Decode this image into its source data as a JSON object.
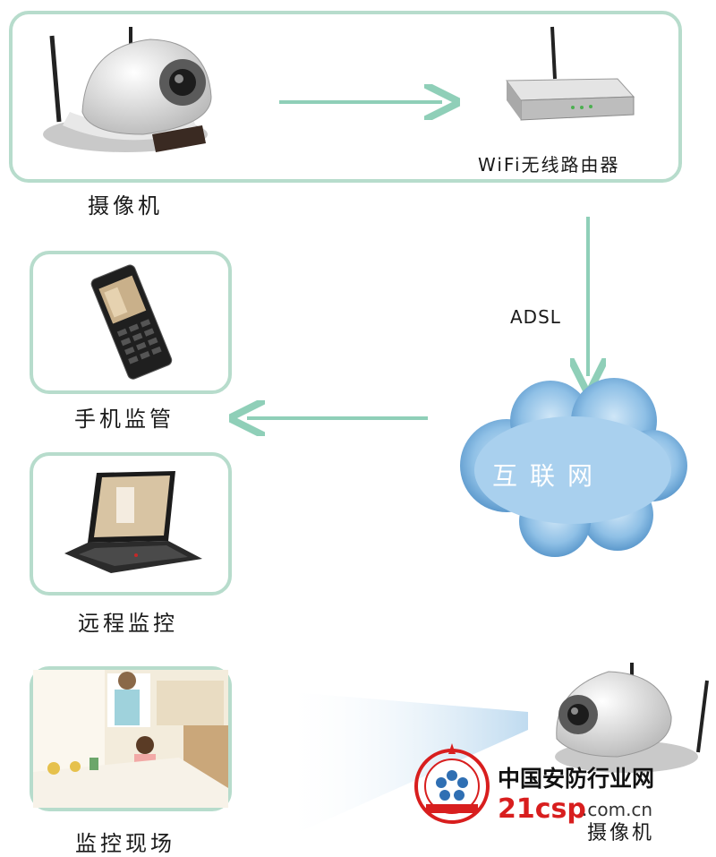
{
  "nodes": {
    "camera_top": "摄像机",
    "router": "WiFi无线路由器",
    "link_adsl": "ADSL",
    "internet": "互联网",
    "mobile": "手机监管",
    "remote": "远程监控",
    "site": "监控现场",
    "camera_bottom": "摄像机"
  },
  "watermark": {
    "site_name": "中国安防行业网",
    "domain_main": "21csp",
    "domain_suffix": ".com.cn"
  },
  "colors": {
    "frame": "#b7dccc",
    "arrow": "#8fcfb8",
    "cloud": "#6fa9d6",
    "watermark_red": "#d81e1e"
  }
}
